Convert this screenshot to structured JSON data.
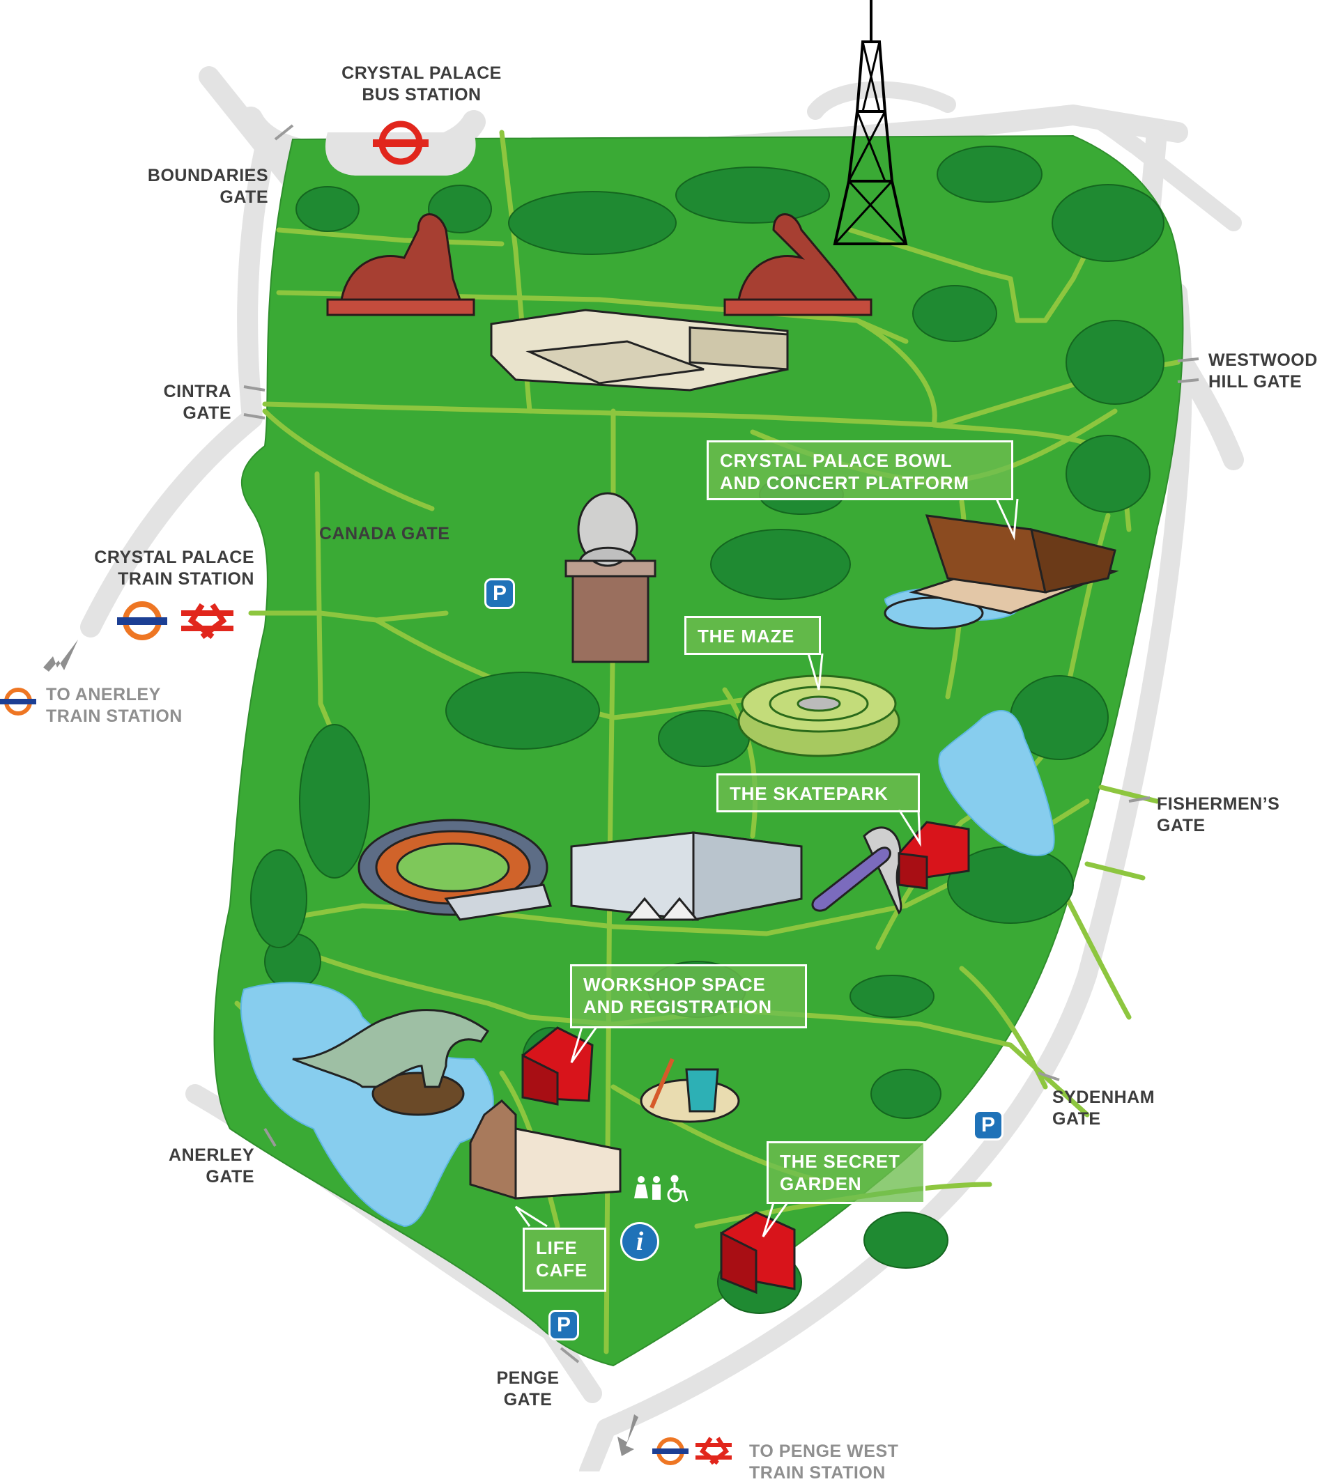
{
  "gates": {
    "boundaries": "BOUNDARIES\nGATE",
    "cintra": "CINTRA\nGATE",
    "canada": "CANADA GATE",
    "westwood_hill": "WESTWOOD\nHILL GATE",
    "fishermens": "FISHERMEN’S\nGATE",
    "sydenham": "SYDENHAM\nGATE",
    "anerley": "ANERLEY\nGATE",
    "penge": "PENGE\nGATE"
  },
  "stations": {
    "bus": "CRYSTAL PALACE\nBUS STATION",
    "train": "CRYSTAL PALACE\nTRAIN STATION",
    "anerley_train": "TO ANERLEY\nTRAIN STATION",
    "penge_west": "TO PENGE WEST\nTRAIN STATION"
  },
  "callouts": {
    "bowl": "CRYSTAL PALACE BOWL\nAND CONCERT PLATFORM",
    "maze": "THE MAZE",
    "skatepark": "THE SKATEPARK",
    "workshop": "WORKSHOP SPACE\nAND REGISTRATION",
    "secret_garden": "THE SECRET\nGARDEN",
    "life_cafe": "LIFE\nCAFE"
  },
  "markers": {
    "parking": "P",
    "info": "i"
  },
  "icons": {
    "underground": "london-underground-roundel-icon",
    "overground": "london-overground-roundel-icon",
    "national_rail": "national-rail-icon",
    "toilets": "toilets-icon",
    "accessible": "wheelchair-accessible-icon",
    "info": "information-icon",
    "parking": "parking-icon"
  },
  "colors": {
    "park_green": "#3aaa35",
    "path_green": "#8dc63f",
    "road_gray": "#e3e3e3",
    "water": "#87cdee",
    "underground_red": "#e1261c",
    "overground_orange": "#ee7623",
    "marker_blue": "#1f72b8",
    "tent_red": "#d8141b"
  }
}
